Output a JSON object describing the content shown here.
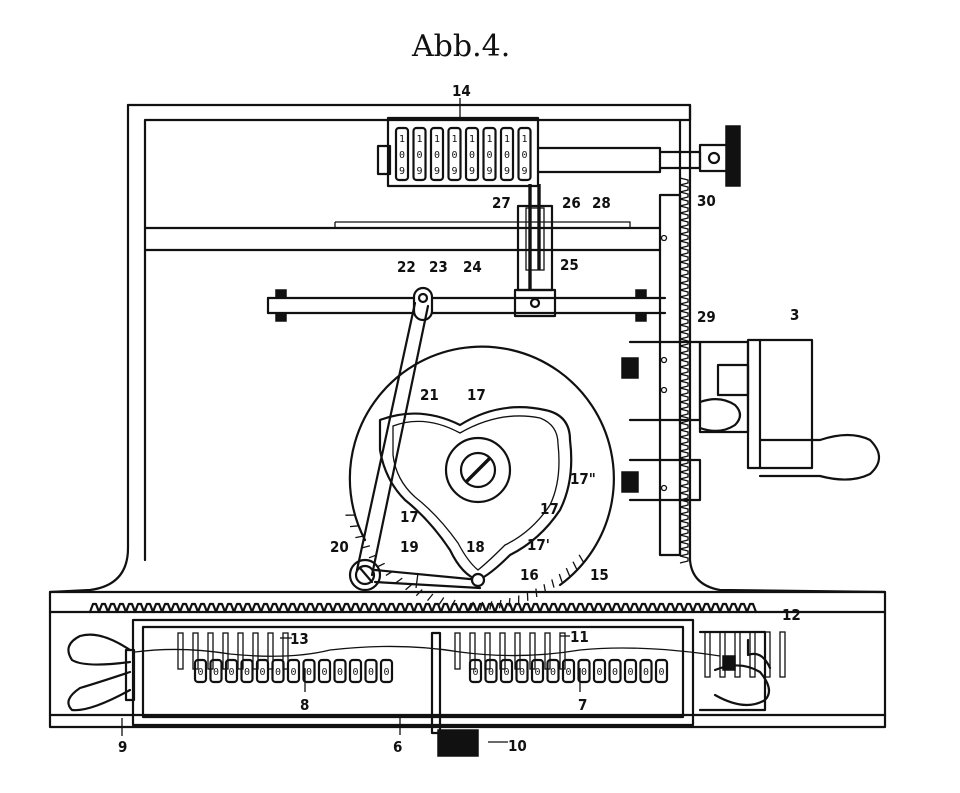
{
  "figure": {
    "title": "Abb.4.",
    "labels": {
      "l14": "14",
      "l27": "27",
      "l26": "26",
      "l28": "28",
      "l30": "30",
      "l22": "22",
      "l23": "23",
      "l24": "24",
      "l25": "25",
      "l29": "29",
      "l3": "3",
      "l21": "21",
      "l17a": "17",
      "l17b": "17",
      "l17c": "17",
      "l17dd": "17\"",
      "l17p": "17'",
      "l20": "20",
      "l19": "19",
      "l18": "18",
      "l16": "16",
      "l15": "15",
      "l13": "13",
      "l11": "11",
      "l12": "12",
      "l8": "8",
      "l7": "7",
      "l9": "9",
      "l6": "6",
      "l10": "10"
    },
    "counter_digits": {
      "top_row": "1",
      "mid_row": "0",
      "bottom_row": "9"
    },
    "wheel_digit": "0"
  }
}
